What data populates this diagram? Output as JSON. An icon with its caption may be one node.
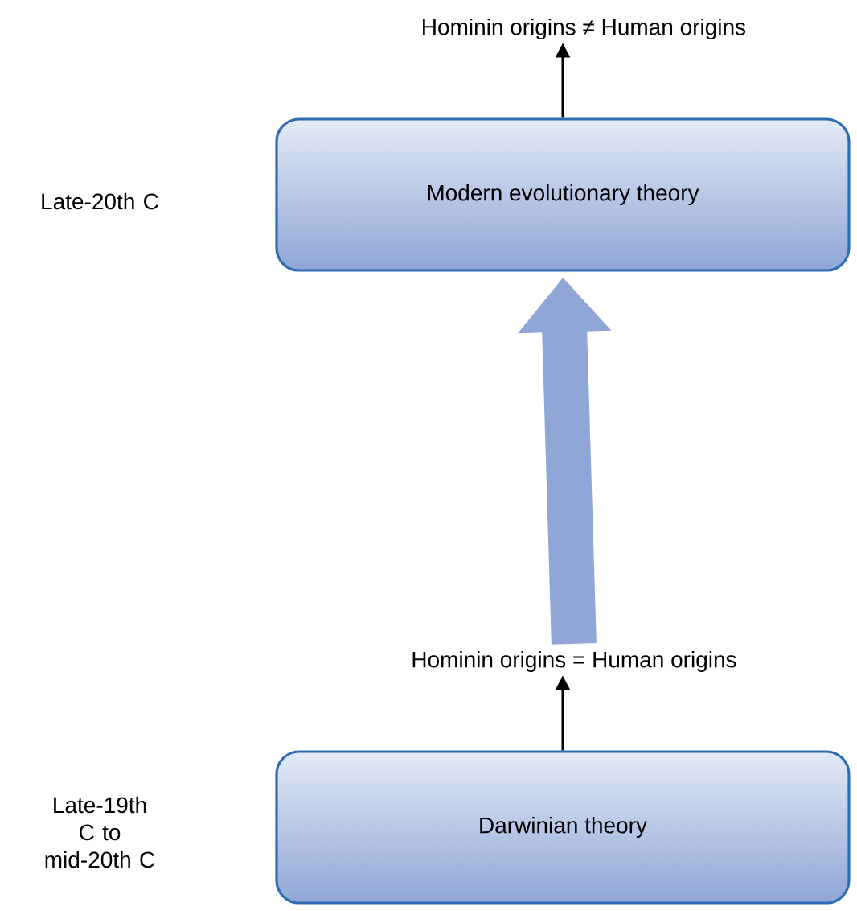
{
  "diagram": {
    "nodes": [
      {
        "text": [
          "Hominin origins ≠ Human origins"
        ]
      },
      {
        "text": [
          "Modern evolutionary theory"
        ]
      },
      {
        "text": [
          "Hominin origins = Human origins"
        ]
      },
      {
        "text": [
          "Darwinian theory"
        ]
      }
    ],
    "edges": [
      {
        "from": 1,
        "to": 0,
        "arrow": "to"
      },
      {
        "from": 3,
        "to": 2,
        "arrow": "to"
      },
      {
        "from": 2,
        "to": 1,
        "arrow": "to",
        "style": "thick",
        "color": "#8fa6d6"
      }
    ],
    "labels": [
      "Late-20th C",
      "Late-19th C to mid-20th C"
    ]
  }
}
